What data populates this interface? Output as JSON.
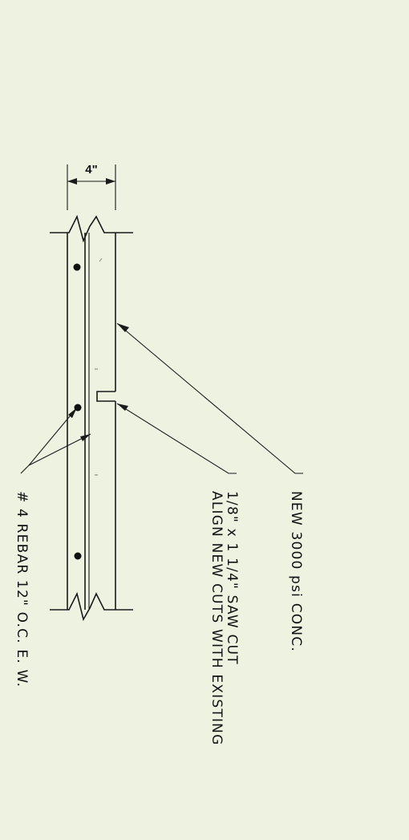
{
  "drawing": {
    "dimension_label": "4\"",
    "callouts": {
      "concrete": "NEW 3000 psi CONC.",
      "saw_cut_line1": "1/8\" x 1 1/4\" SAW CUT",
      "saw_cut_line2": "ALIGN NEW CUTS WITH EXISTING",
      "rebar": "# 4 REBAR 12\" O.C. E. W."
    },
    "ink_color": "#1a1a1a",
    "paper_color": "#eef2e1"
  }
}
